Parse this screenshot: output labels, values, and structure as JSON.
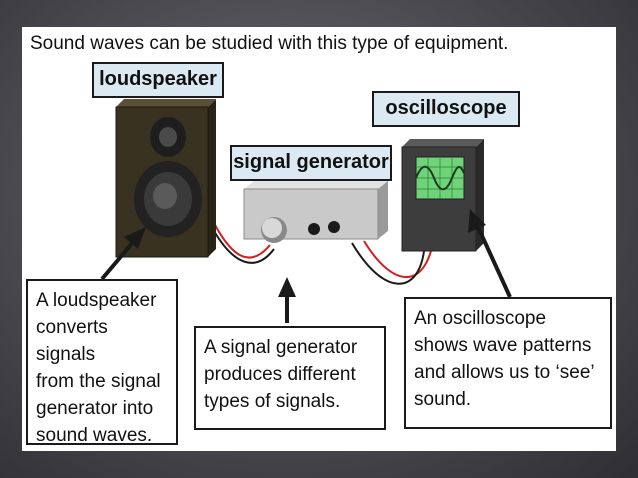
{
  "heading": "Sound waves can be studied with this type of equipment.",
  "labels": {
    "loudspeaker": "loudspeaker",
    "signal_generator": "signal generator",
    "oscilloscope": "oscilloscope"
  },
  "descriptions": {
    "loudspeaker": {
      "line1": "A loudspeaker",
      "line2": "converts signals",
      "line3": "from the signal",
      "line4": "generator into",
      "line5": "sound waves."
    },
    "signal_generator": {
      "line1": "A signal generator",
      "line2": "produces different",
      "line3": "types of signals."
    },
    "oscilloscope": {
      "line1": "An oscilloscope",
      "line2": "shows wave patterns",
      "line3": "and allows us to ‘see’",
      "line4": "sound."
    }
  },
  "colors": {
    "label_fill": "#dbe9f3",
    "speaker_cabinet": "#3a3221",
    "generator_body": "#c9c9c9",
    "scope_screen": "#6fd37a",
    "wire_red": "#d02020",
    "wire_black": "#1a1a1a"
  }
}
